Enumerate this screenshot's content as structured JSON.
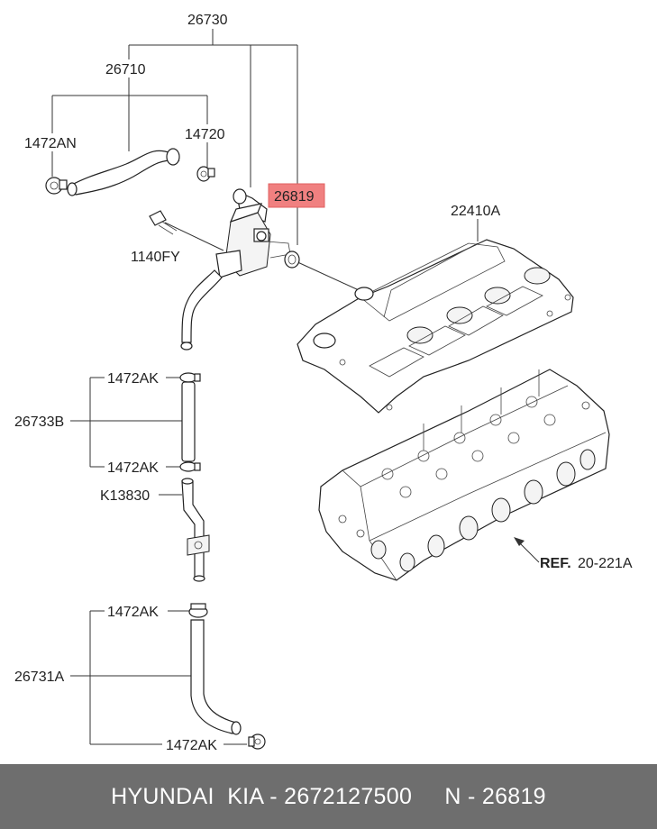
{
  "labels": {
    "l26730": "26730",
    "l26710": "26710",
    "l1472AN": "1472AN",
    "l14720": "14720",
    "l26819": "26819",
    "l22410A": "22410A",
    "l1140FY": "1140FY",
    "l1472AK_1": "1472AK",
    "l26733B": "26733B",
    "l1472AK_2": "1472AK",
    "lK13830": "K13830",
    "lREF": "REF.",
    "lREFnum": "20-221A",
    "l1472AK_3": "1472AK",
    "l26731A": "26731A",
    "l1472AK_4": "1472AK"
  },
  "colors": {
    "highlight": "#f08080",
    "footer_bg": "#6e6e6e",
    "footer_text": "#ffffff"
  },
  "footer": {
    "text": "HYUNDAI  KIA - 2672127500     N - 26819"
  }
}
